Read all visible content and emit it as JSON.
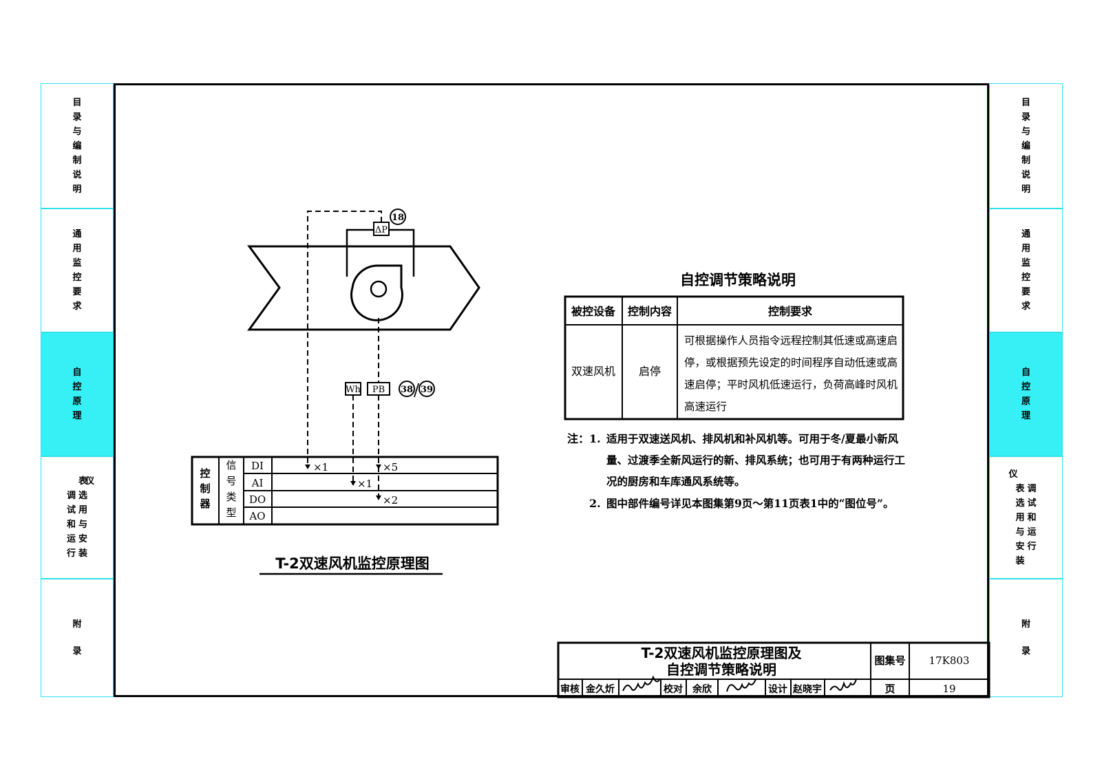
{
  "side_tabs": {
    "t1": [
      "目",
      "录",
      "与",
      "编",
      "制",
      "说",
      "明"
    ],
    "t2": [
      "通",
      "用",
      "监",
      "控",
      "要",
      "求"
    ],
    "t3": [
      "自",
      "控",
      "原",
      "理"
    ],
    "t4": {
      "heads": [
        "仪"
      ],
      "col_a": [
        "调",
        "试",
        "和",
        "运",
        "行"
      ],
      "col_b": [
        "表",
        "选",
        "用",
        "与",
        "安",
        "装"
      ],
      "right_head": [
        "仪"
      ],
      "right_col_a": [
        "表",
        "选",
        "用",
        "与",
        "安",
        "装"
      ],
      "right_col_b": [
        "调",
        "试",
        "和",
        "运",
        "行"
      ]
    },
    "t5": [
      "附",
      "录"
    ]
  },
  "diagram": {
    "dp_label": "ΔP",
    "tag_18": "18",
    "wh_label": "Wh",
    "pb_label": "PB",
    "tag_38": "38",
    "tag_39": "39",
    "slash": "/",
    "controller_label": [
      "控",
      "制",
      "器"
    ],
    "signal_type_label": [
      "信",
      "号",
      "类",
      "型"
    ],
    "signal_rows": [
      "DI",
      "AI",
      "DO",
      "AO"
    ],
    "counts": {
      "di1": "×1",
      "di5": "×5",
      "ai1": "×1",
      "do2": "×2"
    },
    "title": "T-2双速风机监控原理图"
  },
  "strategy": {
    "title": "自控调节策略说明",
    "headers": [
      "被控设备",
      "控制内容",
      "控制要求"
    ],
    "row": {
      "device": "双速风机",
      "content": "启停",
      "requirement": [
        "可根据操作人员指令远程控制其低速或高速启",
        "停，或根据预先设定的时间程序自动低速或高",
        "速启停；平时风机低速运行，负荷高峰时风机",
        "高速运行"
      ]
    },
    "notes_label": "注：",
    "notes": [
      [
        "1.",
        "适用于双速送风机、排风机和补风机等。可用于冬/夏最小新风",
        "量、过渡季全新风运行的新、排风系统；也可用于有两种运行工",
        "况的厨房和车库通风系统等。"
      ],
      [
        "2.",
        "图中部件编号详见本图集第9页～第11页表1中的“图位号”。"
      ]
    ]
  },
  "title_block": {
    "title_line1": "T-2双速风机监控原理图及",
    "title_line2": "自控调节策略说明",
    "atlas_label": "图集号",
    "atlas_no": "17K803",
    "page_label": "页",
    "page_no": "19",
    "review_label": "审核",
    "reviewer": "金久炘",
    "check_label": "校对",
    "checker": "余欣",
    "design_label": "设计",
    "designer": "赵晓宇"
  },
  "colors": {
    "tab_border": "#2fe0e8",
    "tab_active": "#36f0f5",
    "ink": "#000000"
  }
}
